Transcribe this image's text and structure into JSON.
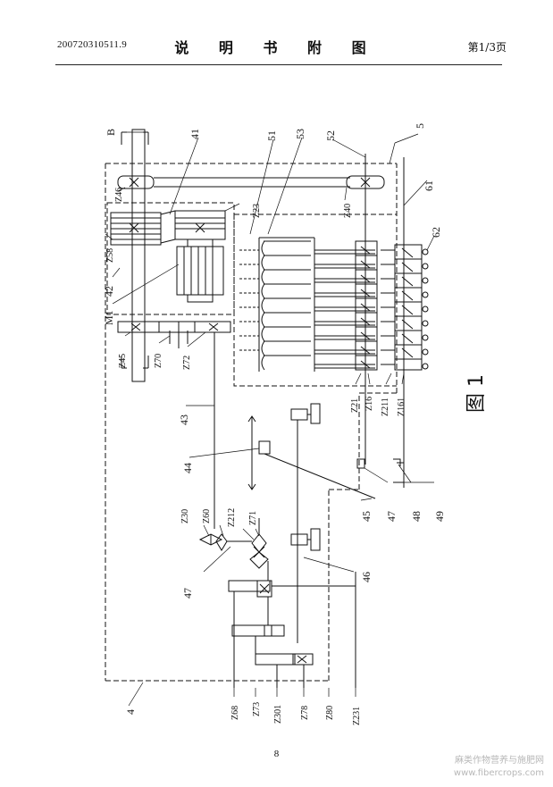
{
  "header": {
    "application_number": "200720310511.9",
    "title": "说 明 书 附 图",
    "page_label": "第1/3页"
  },
  "figure": {
    "caption": "图 1",
    "labels": {
      "B": "B",
      "n41": "41",
      "n51": "51",
      "n53": "53",
      "n52": "52",
      "n5": "5",
      "n61": "61",
      "n62": "62",
      "z46": "Z46",
      "z40": "Z40",
      "z23": "Z23",
      "z58": "Z58",
      "n42": "42",
      "m1": "M1",
      "z45": "Z45",
      "z70": "Z70",
      "z72": "Z72",
      "z21": "Z21",
      "z16": "Z16",
      "z211": "Z211",
      "z161": "Z161",
      "n43": "43",
      "n44": "44",
      "n45": "45",
      "n47": "47",
      "n48": "48",
      "n49": "49",
      "z30": "Z30",
      "z60": "Z60",
      "z212": "Z212",
      "z71": "Z71",
      "n47b": "47",
      "n46": "46",
      "n4": "4",
      "z68": "Z68",
      "z73": "Z73",
      "z301": "Z301",
      "z78": "Z78",
      "z80": "Z80",
      "z231": "Z231"
    }
  },
  "footer": {
    "page_number": "8",
    "watermark_cn": "麻类作物营养与施肥网",
    "watermark_url": "www.fibercrops.com"
  }
}
